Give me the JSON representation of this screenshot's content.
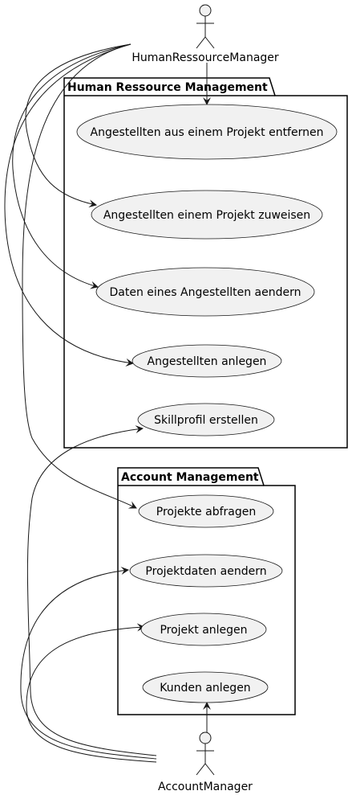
{
  "actors": {
    "hr": "HumanRessourceManager",
    "am": "AccountManager"
  },
  "packages": {
    "hr": "Human Ressource Management",
    "account": "Account Management"
  },
  "usecases": {
    "remove": "Angestellten aus einem Projekt entfernen",
    "assign": "Angestellten einem Projekt zuweisen",
    "edit": "Daten eines Angestellten aendern",
    "create_emp": "Angestellten anlegen",
    "skill": "Skillprofil erstellen",
    "query": "Projekte abfragen",
    "proj_edit": "Projektdaten aendern",
    "proj_create": "Projekt anlegen",
    "customer": "Kunden anlegen"
  }
}
